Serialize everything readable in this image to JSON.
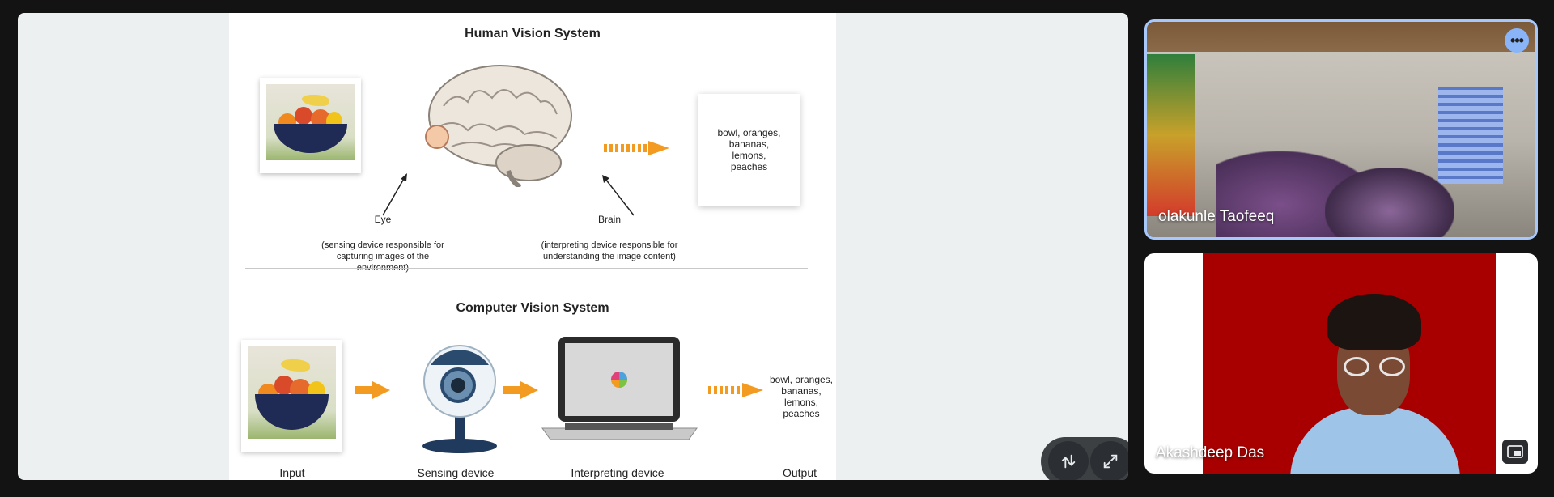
{
  "slide": {
    "human_title": "Human Vision System",
    "computer_title": "Computer Vision System",
    "eye_label": "Eye",
    "brain_label": "Brain",
    "eye_desc_1": "(sensing device responsible for",
    "eye_desc_2": "capturing images of the environment)",
    "brain_desc_1": "(interpreting device responsible for",
    "brain_desc_2": "understanding the image content)",
    "human_output_1": "bowl, oranges,",
    "human_output_2": "bananas, lemons,",
    "human_output_3": "peaches",
    "cv_output_1": "bowl, oranges,",
    "cv_output_2": "bananas, lemons,",
    "cv_output_3": "peaches",
    "input_label": "Input",
    "sensing_label": "Sensing device",
    "interpreting_label": "Interpreting device",
    "output_label": "Output"
  },
  "controls": {
    "swap_icon": "swap-vertical-icon",
    "fullscreen_icon": "expand-icon"
  },
  "participants": [
    {
      "name": "olakunle Taofeeq",
      "menu_icon": "more-options-icon"
    },
    {
      "name": "Akashdeep Das",
      "pip_icon": "picture-in-picture-icon"
    }
  ],
  "colors": {
    "accent_arrow": "#f39a21",
    "active_border": "#a8c7fa",
    "background": "#131314",
    "stage": "#edf0f1"
  }
}
